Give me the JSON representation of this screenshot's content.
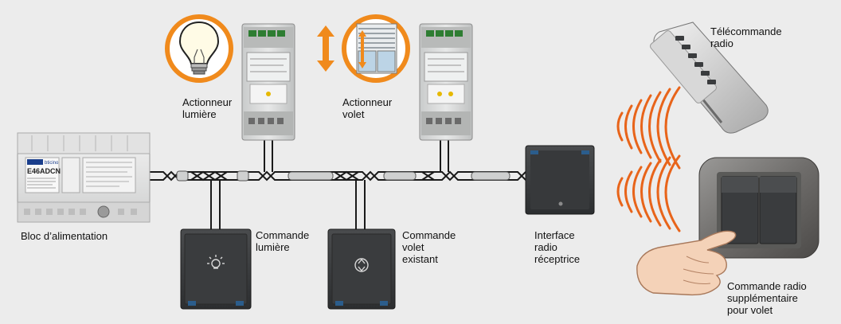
{
  "colors": {
    "background": "#ececec",
    "accent_orange": "#f08a1c",
    "switch_dark": "#3a3c3e",
    "module_grey": "#d7d8d8",
    "wave_orange": "#e8641a"
  },
  "labels": {
    "power_supply": "Bloc d’alimentation",
    "light_actuator": "Actionneur\nlumière",
    "shutter_actuator": "Actionneur\nvolet",
    "light_switch": "Commande\nlumière",
    "shutter_switch": "Commande\nvolet\nexistant",
    "radio_interface": "Interface\nradio\nréceptrice",
    "remote": "Télécommande\nradio",
    "radio_switch": "Commande radio\nsupplémentaire\npour volet"
  },
  "device_text": {
    "brand": "bticino",
    "model": "E46ADCN"
  },
  "icons": {
    "light_bulb": "light-bulb-icon",
    "shutter": "window-shutter-icon",
    "up_down_arrow": "up-down-arrow-icon",
    "light_symbol": "light-symbol-icon",
    "shutter_symbol": "shutter-symbol-icon",
    "hand": "pointing-hand-icon",
    "radio_waves": "radio-waves-icon"
  }
}
